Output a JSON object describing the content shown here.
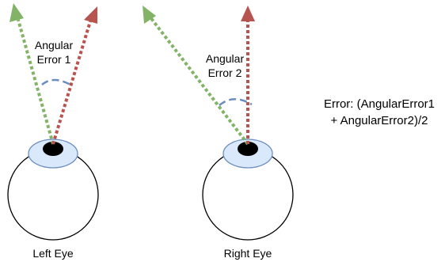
{
  "colors": {
    "gaze_predicted": "#82b366",
    "gaze_true": "#b85450",
    "angle_arc": "#6c8ebf",
    "iris_fill": "#dae8fc",
    "iris_stroke": "#6c8ebf",
    "pupil": "#000000",
    "eyeball_stroke": "#000000"
  },
  "left_eye": {
    "angle_label_line1": "Angular",
    "angle_label_line2": "Error 1",
    "caption": "Left Eye"
  },
  "right_eye": {
    "angle_label_line1": "Angular",
    "angle_label_line2": "Error 2",
    "caption": "Right Eye"
  },
  "formula": {
    "line1": "Error: (AngularError1",
    "line2": "+ AngularError2)/2"
  }
}
